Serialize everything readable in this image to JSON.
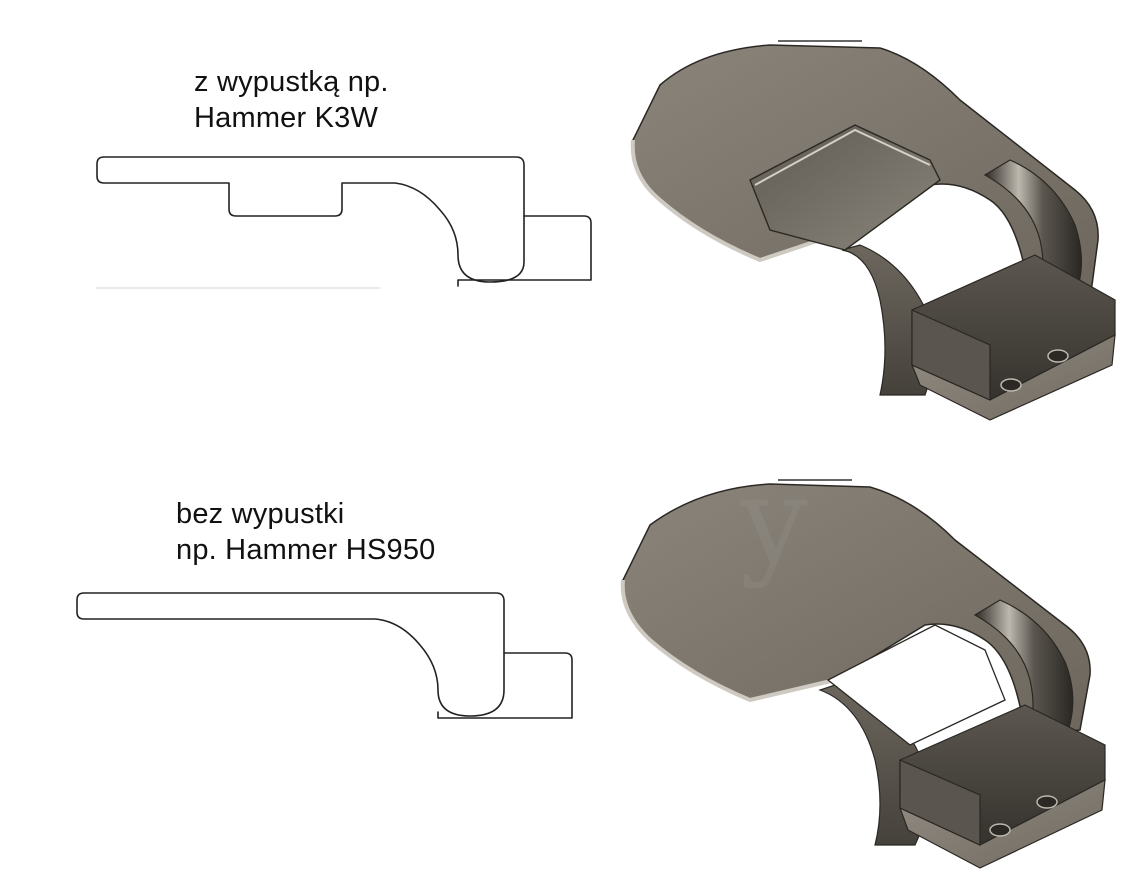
{
  "variants": [
    {
      "caption_lines": [
        "z wypustką np.",
        "Hammer K3W"
      ]
    },
    {
      "caption_lines": [
        "bez wypustki",
        "np. Hammer HS950"
      ]
    }
  ],
  "colors": {
    "line": "#222222",
    "metal_top": "#807a70",
    "metal_dark": "#3e3a35",
    "metal_light": "#c9c4bb",
    "background": "#ffffff"
  }
}
